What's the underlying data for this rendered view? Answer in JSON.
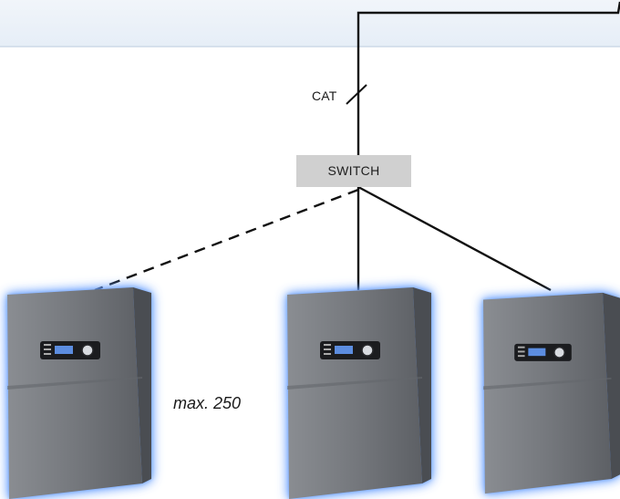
{
  "diagram": {
    "cable_label": "CAT",
    "switch_label": "SWITCH",
    "max_label": "max. 250"
  },
  "colors": {
    "line": "#111111",
    "switch_fill": "#d0d0d0",
    "device_body": "#6b6e73",
    "device_glow": "#5a96ff",
    "band": "#e6eef7"
  },
  "devices": [
    {
      "name": "device-left",
      "connection": "dashed"
    },
    {
      "name": "device-center",
      "connection": "solid"
    },
    {
      "name": "device-right",
      "connection": "solid"
    }
  ]
}
